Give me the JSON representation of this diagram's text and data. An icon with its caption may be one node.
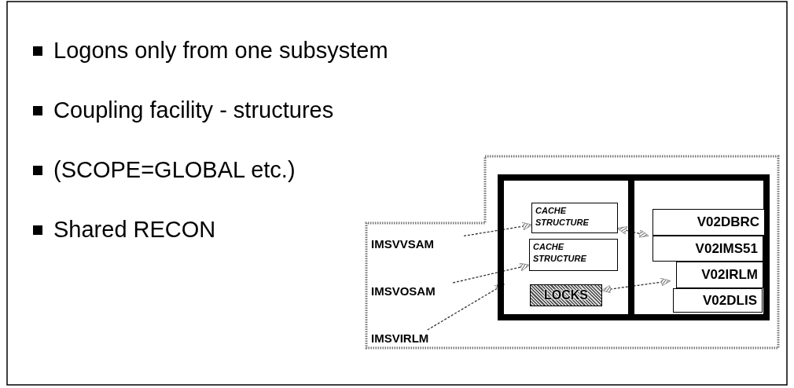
{
  "diagram": {
    "nodes": [
      {
        "text": [],
        "shape": "box"
      },
      {
        "text": [],
        "shape": "box",
        "in": 0
      },
      {
        "text": [],
        "shape": "box",
        "in": 0
      },
      {
        "text": [
          "CACHE STRUCTURE"
        ],
        "in": 1
      },
      {
        "text": [
          "CACHE STRUCTURE"
        ],
        "in": 1
      },
      {
        "text": [
          "LOCKS"
        ],
        "in": 1
      },
      {
        "text": [
          "V02DBRC"
        ],
        "in": 2
      },
      {
        "text": [
          "V02IMS51"
        ],
        "in": 2
      },
      {
        "text": [
          "V02IRLM"
        ],
        "in": 2
      },
      {
        "text": [
          "V02DLIS"
        ],
        "in": 2
      },
      {
        "text": [
          "IMSVVSAM"
        ]
      },
      {
        "text": [
          "IMSVOSAM"
        ]
      },
      {
        "text": [
          "IMSVIRLM"
        ]
      }
    ],
    "edges": [
      {
        "from": 10,
        "to": 3,
        "arrow": "to",
        "style": "dashed"
      },
      {
        "from": 11,
        "to": 4,
        "arrow": "to",
        "style": "dashed"
      },
      {
        "from": 12,
        "to": 1,
        "arrow": "to",
        "style": "dashed"
      },
      {
        "from": 3,
        "to": 7,
        "arrow": "both",
        "style": "dashed"
      },
      {
        "from": 5,
        "to": 8,
        "arrow": "both",
        "style": "dashed"
      }
    ],
    "labels": [
      "Logons only from one subsystem",
      "Coupling facility - structures",
      "(SCOPE=GLOBAL etc.)",
      "Shared RECON"
    ]
  }
}
